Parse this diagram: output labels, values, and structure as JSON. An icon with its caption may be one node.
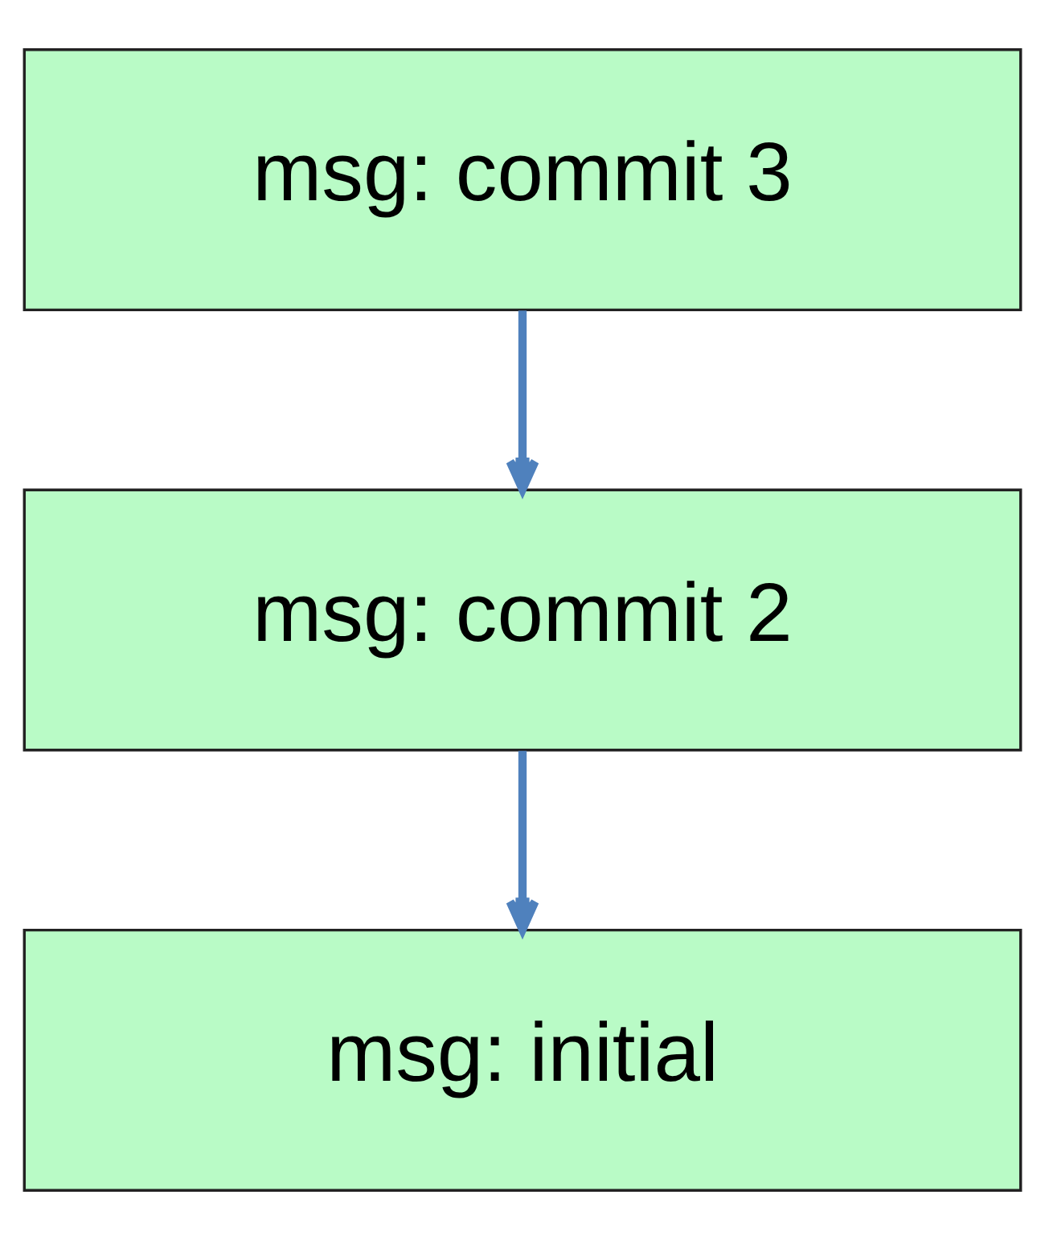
{
  "diagram": {
    "nodes": [
      {
        "text": [
          "msg: commit 3"
        ]
      },
      {
        "text": [
          "msg: commit 2"
        ]
      },
      {
        "text": [
          "msg: initial"
        ]
      }
    ],
    "edges": [
      {
        "from": 0,
        "to": 1,
        "arrow": "to"
      },
      {
        "from": 1,
        "to": 2,
        "arrow": "to"
      }
    ]
  }
}
